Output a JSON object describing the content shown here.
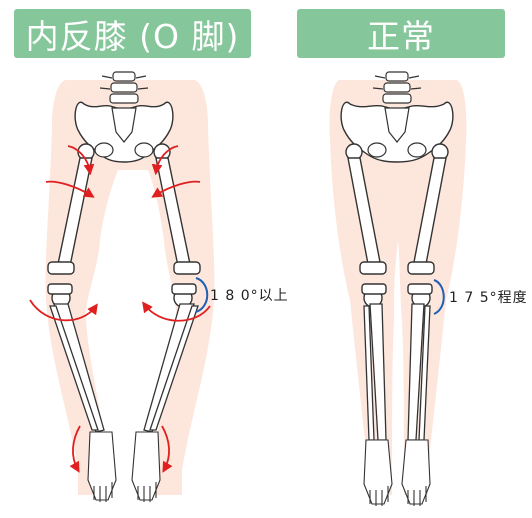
{
  "panels": {
    "left": {
      "title": "内反膝 (O 脚)",
      "angle_label": "1 8 0°以上"
    },
    "right": {
      "title": "正常",
      "angle_label": "1 7 5°程度"
    }
  },
  "colors": {
    "title_bg": "#86c69b",
    "title_text": "#ffffff",
    "body_silhouette": "#fde6dc",
    "bone_stroke": "#333333",
    "arrow": "#e02020",
    "angle_arc": "#1f5fb4"
  }
}
